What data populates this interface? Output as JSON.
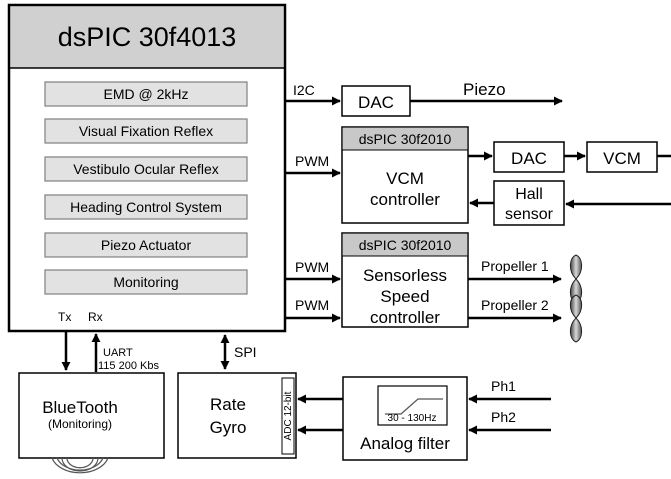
{
  "mcu": {
    "title": "dsPIC 30f4013",
    "modules": [
      "EMD @ 2kHz",
      "Visual Fixation Reflex",
      "Vestibulo Ocular Reflex",
      "Heading Control System",
      "Piezo Actuator",
      "Monitoring"
    ],
    "uart": {
      "tx": "Tx",
      "rx": "Rx",
      "label": "UART",
      "speed": "115 200 Kbs"
    },
    "spi": "SPI"
  },
  "dac_top": {
    "link": "I2C",
    "label": "DAC",
    "output": "Piezo"
  },
  "vcm_controller": {
    "header": "dsPIC 30f2010",
    "link": "PWM",
    "line1": "VCM",
    "line2": "controller",
    "dac": "DAC",
    "vcm": "VCM",
    "hall_line1": "Hall",
    "hall_line2": "sensor"
  },
  "speed_controller": {
    "header": "dsPIC 30f2010",
    "link1": "PWM",
    "link2": "PWM",
    "line1": "Sensorless",
    "line2": "Speed",
    "line3": "controller",
    "out1": "Propeller 1",
    "out2": "Propeller 2"
  },
  "bluetooth": {
    "title": "BlueTooth",
    "subtitle": "(Monitoring)"
  },
  "gyro": {
    "line1": "Rate",
    "line2": "Gyro",
    "adc": "ADC 12-bit"
  },
  "filter": {
    "label": "Analog filter",
    "band": "30 - 130Hz",
    "in1": "Ph1",
    "in2": "Ph2"
  }
}
